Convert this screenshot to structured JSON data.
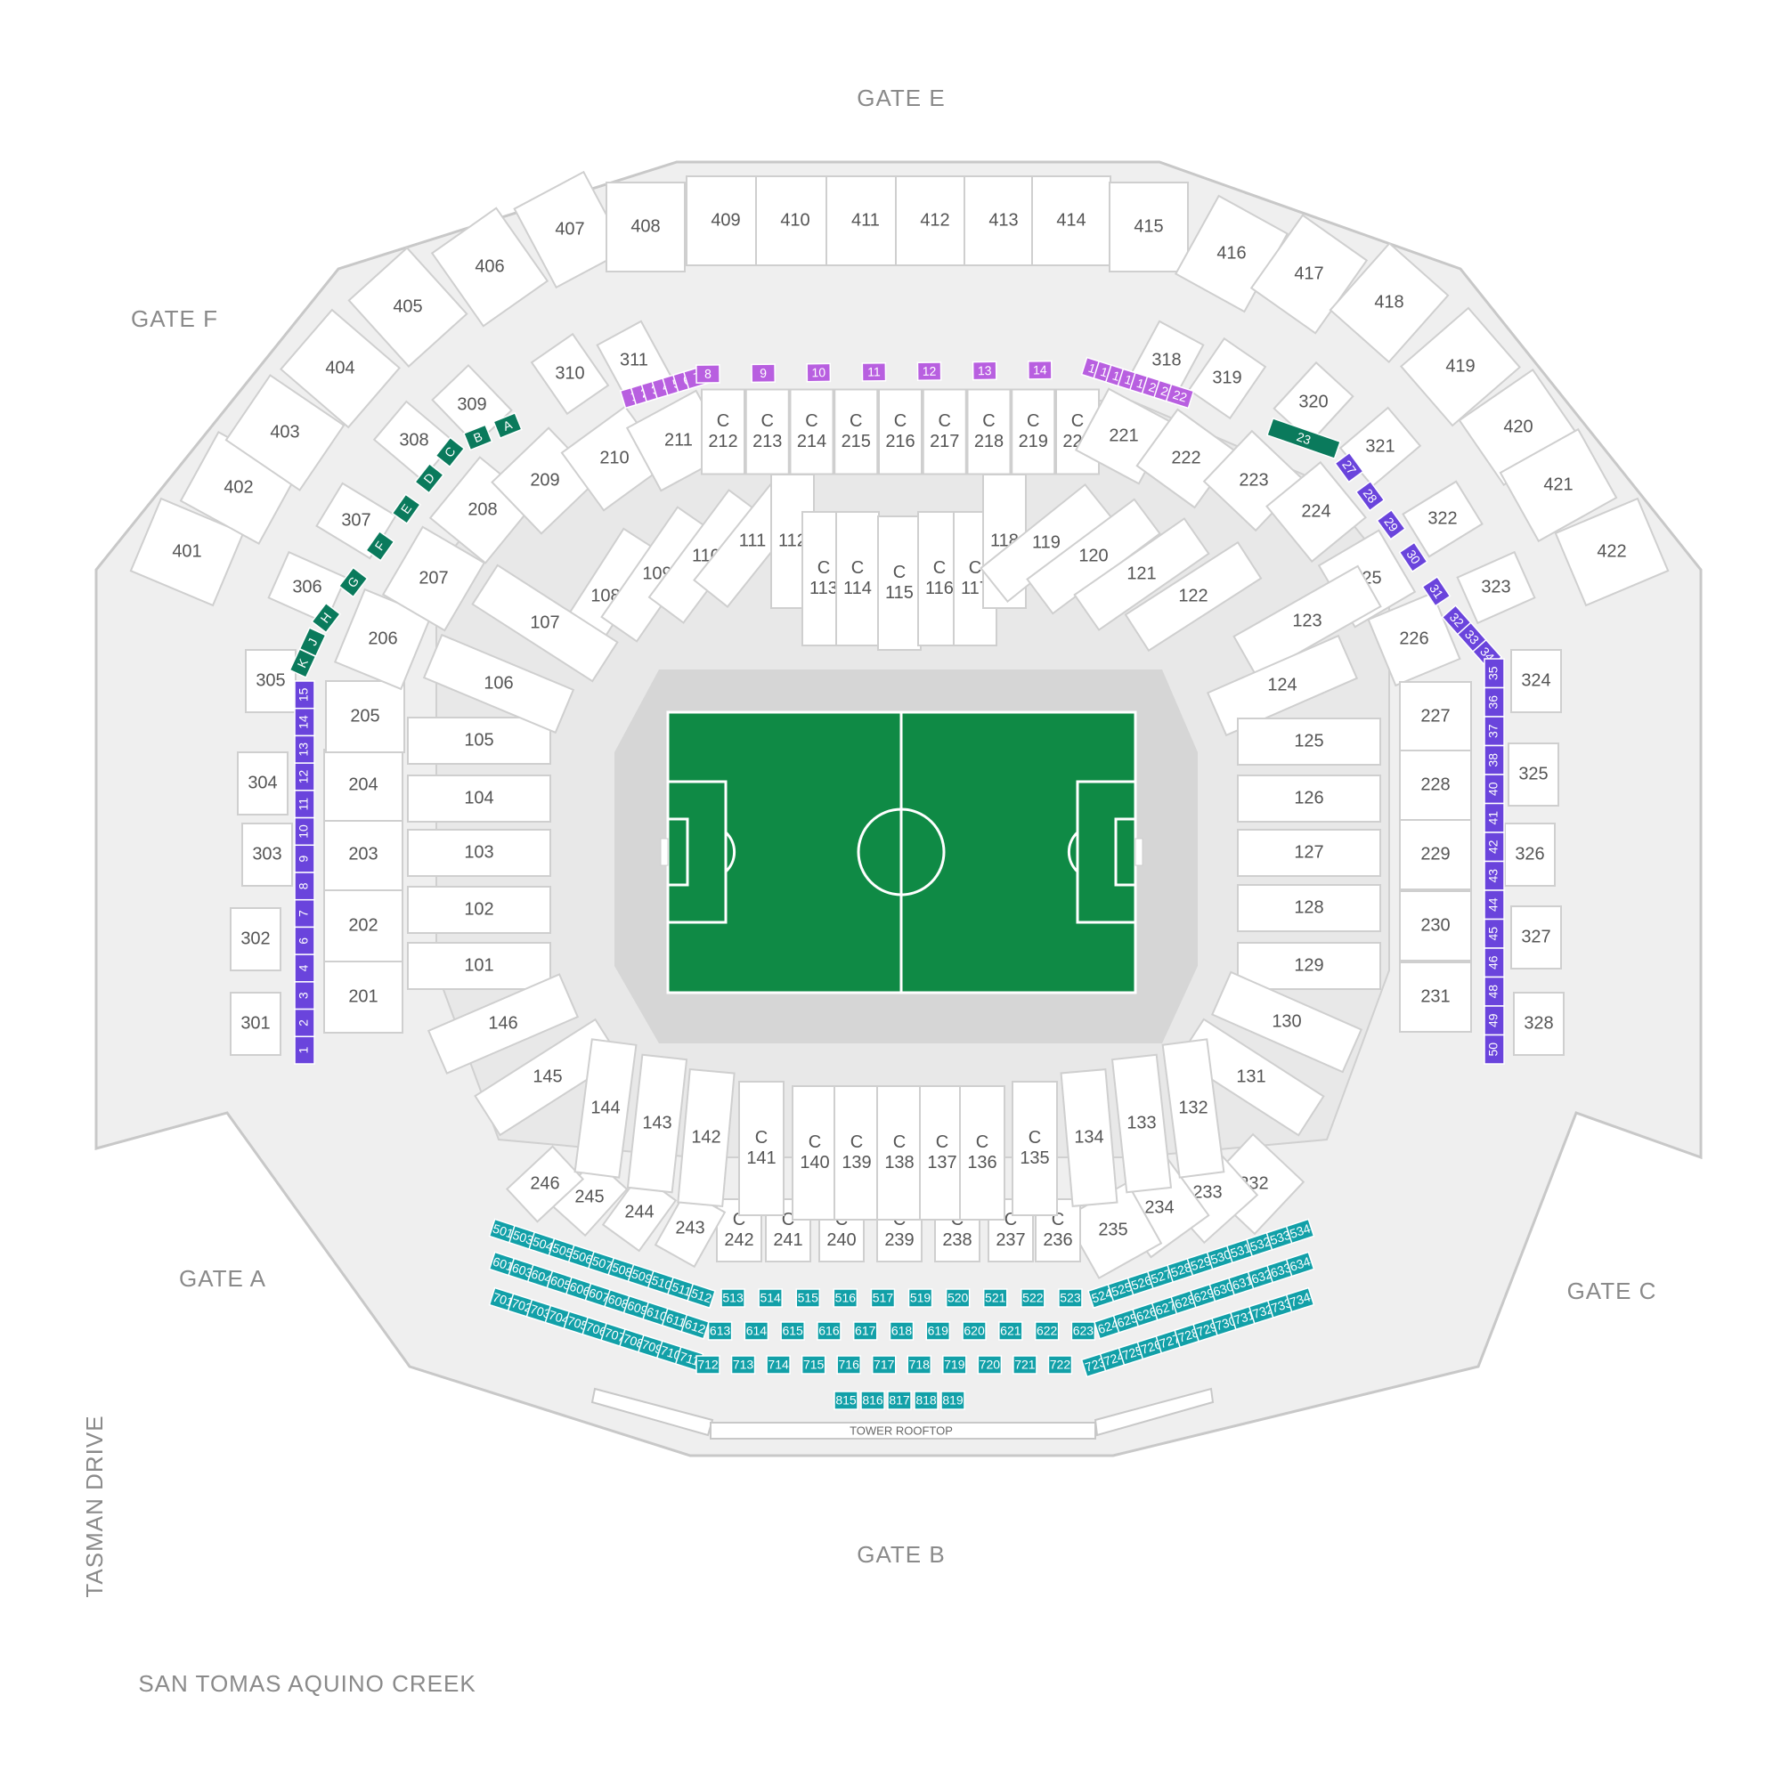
{
  "gates": {
    "e": "GATE E",
    "f": "GATE F",
    "a": "GATE A",
    "c": "GATE C",
    "b": "GATE B"
  },
  "streets": {
    "tasman": "TASMAN DRIVE",
    "creek": "SAN TOMAS AQUINO CREEK"
  },
  "tower_rooftop": "TOWER ROOFTOP",
  "colors": {
    "field": "#0f8a45",
    "field_lines": "#ffffff",
    "field_surround": "#d6d6d6",
    "concourse": "#efefef",
    "section": "#ffffff",
    "outline": "#c8c8c8",
    "suite_purple": "#b85fe0",
    "suite_violet": "#6a44dc",
    "suite_green": "#0a7a5c",
    "suite_teal": "#12a0a8"
  },
  "sections": {
    "400": [
      "401",
      "402",
      "403",
      "404",
      "405",
      "406",
      "407",
      "408",
      "409",
      "410",
      "411",
      "412",
      "413",
      "414",
      "415",
      "416",
      "417",
      "418",
      "419",
      "420",
      "421",
      "422"
    ],
    "300_left": [
      "301",
      "302",
      "303",
      "304",
      "305",
      "306",
      "307",
      "308",
      "309",
      "310",
      "311"
    ],
    "300_right": [
      "318",
      "319",
      "320",
      "321",
      "322",
      "323",
      "324",
      "325",
      "326",
      "327",
      "328"
    ],
    "200_left": [
      "201",
      "202",
      "203",
      "204",
      "205",
      "206",
      "207",
      "208",
      "209",
      "210",
      "211"
    ],
    "200_top": [
      "C 212",
      "C 213",
      "C 214",
      "C 215",
      "C 216",
      "C 217",
      "C 218",
      "C 219",
      "C 220"
    ],
    "200_right": [
      "221",
      "222",
      "223",
      "224",
      "225",
      "226",
      "227",
      "228",
      "229",
      "230",
      "231",
      "232",
      "233",
      "234",
      "235"
    ],
    "200_bottom": [
      "C 236",
      "C 237",
      "C 238",
      "C 239",
      "C 240",
      "C 241",
      "C 242",
      "243",
      "244",
      "245",
      "246"
    ],
    "100_top": [
      "108",
      "109",
      "110",
      "111",
      "112",
      "C 113",
      "C 114",
      "C 115",
      "C 116",
      "C 117",
      "118",
      "119",
      "120",
      "121",
      "122"
    ],
    "100_left": [
      "101",
      "102",
      "103",
      "104",
      "105",
      "106",
      "107",
      "146",
      "145"
    ],
    "100_right": [
      "123",
      "124",
      "125",
      "126",
      "127",
      "128",
      "129",
      "130",
      "131"
    ],
    "100_bottom": [
      "144",
      "143",
      "142",
      "C 141",
      "C 140",
      "C 139",
      "C 138",
      "C 137",
      "C 136",
      "C 135",
      "134",
      "133",
      "132"
    ]
  },
  "suites": {
    "top": [
      "1",
      "2",
      "3",
      "4",
      "5",
      "6",
      "7",
      "8",
      "9",
      "10",
      "11",
      "12",
      "13",
      "14",
      "15",
      "16",
      "17",
      "18",
      "19",
      "20",
      "21",
      "22"
    ],
    "left_letters": [
      "A",
      "B",
      "C",
      "D",
      "E",
      "F",
      "G",
      "H",
      "J",
      "K"
    ],
    "left_numbers": [
      "15",
      "14",
      "13",
      "12",
      "11",
      "10",
      "9",
      "8",
      "7",
      "6",
      "4",
      "3",
      "2",
      "1"
    ],
    "right_top": "23",
    "right_diag": [
      "27",
      "28",
      "29",
      "30",
      "31",
      "32",
      "33",
      "34"
    ],
    "right_numbers": [
      "35",
      "36",
      "37",
      "38",
      "40",
      "41",
      "42",
      "43",
      "44",
      "45",
      "46",
      "48",
      "49",
      "50"
    ],
    "row500": [
      "501",
      "503",
      "504",
      "505",
      "506",
      "507",
      "508",
      "509",
      "510",
      "511",
      "512",
      "513",
      "514",
      "515",
      "516",
      "517",
      "519",
      "520",
      "521",
      "522",
      "523",
      "524",
      "525",
      "526",
      "527",
      "528",
      "529",
      "530",
      "531",
      "532",
      "533",
      "534"
    ],
    "row600": [
      "601",
      "603",
      "604",
      "605",
      "606",
      "607",
      "608",
      "609",
      "610",
      "611",
      "612",
      "613",
      "614",
      "615",
      "616",
      "617",
      "618",
      "619",
      "620",
      "621",
      "622",
      "623",
      "624",
      "625",
      "626",
      "627",
      "628",
      "629",
      "630",
      "631",
      "632",
      "633",
      "634"
    ],
    "row700": [
      "701",
      "702",
      "703",
      "704",
      "705",
      "706",
      "707",
      "708",
      "709",
      "710",
      "711",
      "712",
      "713",
      "714",
      "715",
      "716",
      "717",
      "718",
      "719",
      "720",
      "721",
      "722",
      "723",
      "724",
      "725",
      "726",
      "727",
      "728",
      "729",
      "730",
      "731",
      "732",
      "733",
      "734"
    ],
    "row800": [
      "815",
      "816",
      "817",
      "818",
      "819"
    ]
  }
}
